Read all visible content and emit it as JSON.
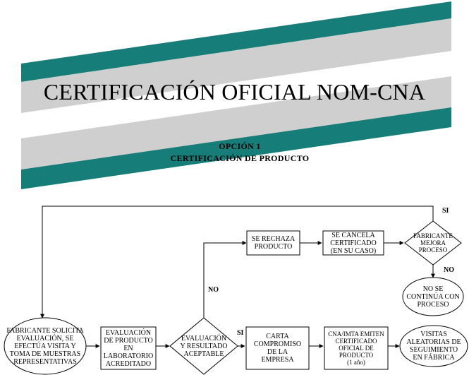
{
  "title": "CERTIFICACIÓN OFICIAL NOM-CNA",
  "option_label": "OPCIÓN  1",
  "option_title": "CERTIFICACIÓN DE PRODUCTO",
  "colors": {
    "teal": "#177d78",
    "gray": "#cfcfcf",
    "line": "#000000"
  },
  "nodes": {
    "start": "FABRICANTE SOLICITA\nEVALUACIÓN, SE\nEFECTÚA VISITA Y\nTOMA DE MUESTRAS\nREPRESENTATIVAS",
    "evaluacion": "EVALUACIÓN\nDE PRODUCTO\nEN\nLABORATORIO\nACREDITADO",
    "decision_resultado": "EVALUACIÓN\nY RESULTADO\nACEPTABLE",
    "carta": "CARTA\nCOMPROMISO\nDE LA\nEMPRESA",
    "emiten": "CNA/IMTA EMITEN\nCERTIFICADO\nOFICIAL DE\nPRODUCTO\n(1 año)",
    "visitas": "VISITAS\nALEATORIAS DE\nSEGUIMIENTO\nEN FÁBRICA",
    "rechaza": "SE RECHAZA\nPRODUCTO",
    "cancela": "SE CANCELA\nCERTIFICADO\n(EN SU CASO)",
    "decision_mejora": "FABRICANTE\nMEJORA\nPROCESO",
    "fin": "NO SE\nCONTINÚA CON\nPROCESO"
  },
  "labels": {
    "si_top": "SI",
    "no_right": "NO",
    "no_left": "NO",
    "si_bottom": "SI"
  }
}
